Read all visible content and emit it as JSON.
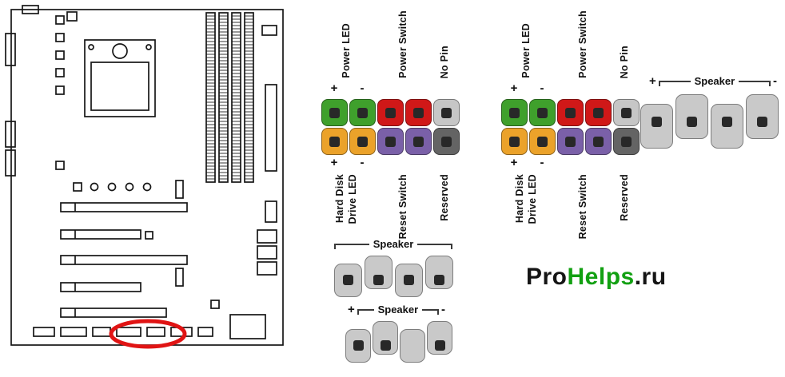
{
  "front_panel": {
    "power_led": {
      "label": "Power LED",
      "plus": "+",
      "minus": "-",
      "color": "#3fa02c"
    },
    "power_switch": {
      "label": "Power Switch",
      "color": "#d01818"
    },
    "no_pin": {
      "label": "No Pin",
      "color": "#c6c6c6"
    },
    "hdd_led": {
      "line1": "Hard Disk",
      "line2": "Drive LED",
      "plus": "+",
      "minus": "-",
      "color": "#eba22a"
    },
    "reset_switch": {
      "label": "Reset Switch",
      "color": "#7a60a8"
    },
    "reserved": {
      "label": "Reserved",
      "color": "#646464"
    }
  },
  "speaker": {
    "label": "Speaker",
    "plus": "+",
    "minus": "-",
    "cell_color": "#c9c9c9"
  },
  "pin_color": "#282828",
  "highlight_color": "#e01414",
  "logo": {
    "part1": "Pro",
    "part2": "Helps",
    "part3": ".ru",
    "accent_color": "#12a012"
  }
}
